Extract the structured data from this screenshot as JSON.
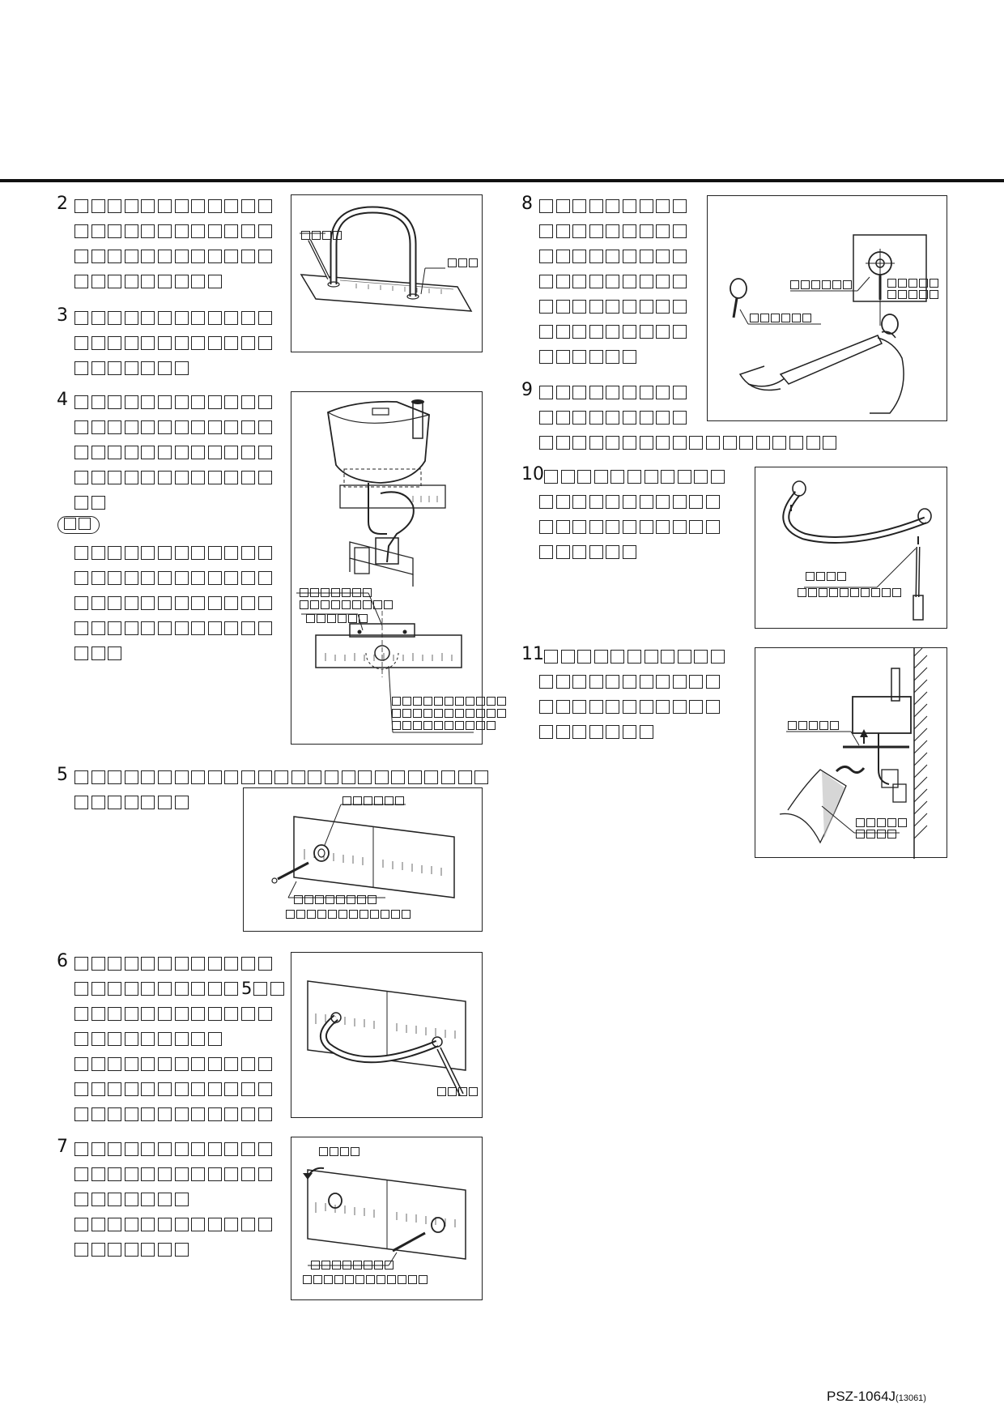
{
  "steps": {
    "s2": {
      "num": "2",
      "lines": [
        12,
        12,
        12,
        9
      ]
    },
    "s3": {
      "num": "3",
      "lines": [
        12,
        12,
        7
      ]
    },
    "s4": {
      "num": "4",
      "lines": [
        12,
        12,
        12,
        12,
        2
      ]
    },
    "note": {
      "lines": [
        12,
        12,
        12,
        12,
        3
      ]
    },
    "s5": {
      "num": "5",
      "lines": [
        25,
        7
      ]
    },
    "s6": {
      "num": "6",
      "lines": [
        12,
        12,
        12,
        9,
        12,
        12,
        12
      ],
      "inline_ref": "5"
    },
    "s7": {
      "num": "7",
      "lines": [
        12,
        12,
        7,
        12,
        7
      ]
    },
    "s8": {
      "num": "8",
      "lines": [
        9,
        9,
        9,
        9,
        9,
        9,
        6
      ]
    },
    "s9": {
      "num": "9",
      "lines": [
        9,
        9,
        18
      ]
    },
    "s10": {
      "num": "10",
      "lines": [
        11,
        11,
        11,
        6
      ]
    },
    "s11": {
      "num": "11",
      "lines": [
        11,
        11,
        11,
        7
      ]
    }
  },
  "footer": {
    "model": "PSZ-1064J",
    "code": "(13061)"
  }
}
